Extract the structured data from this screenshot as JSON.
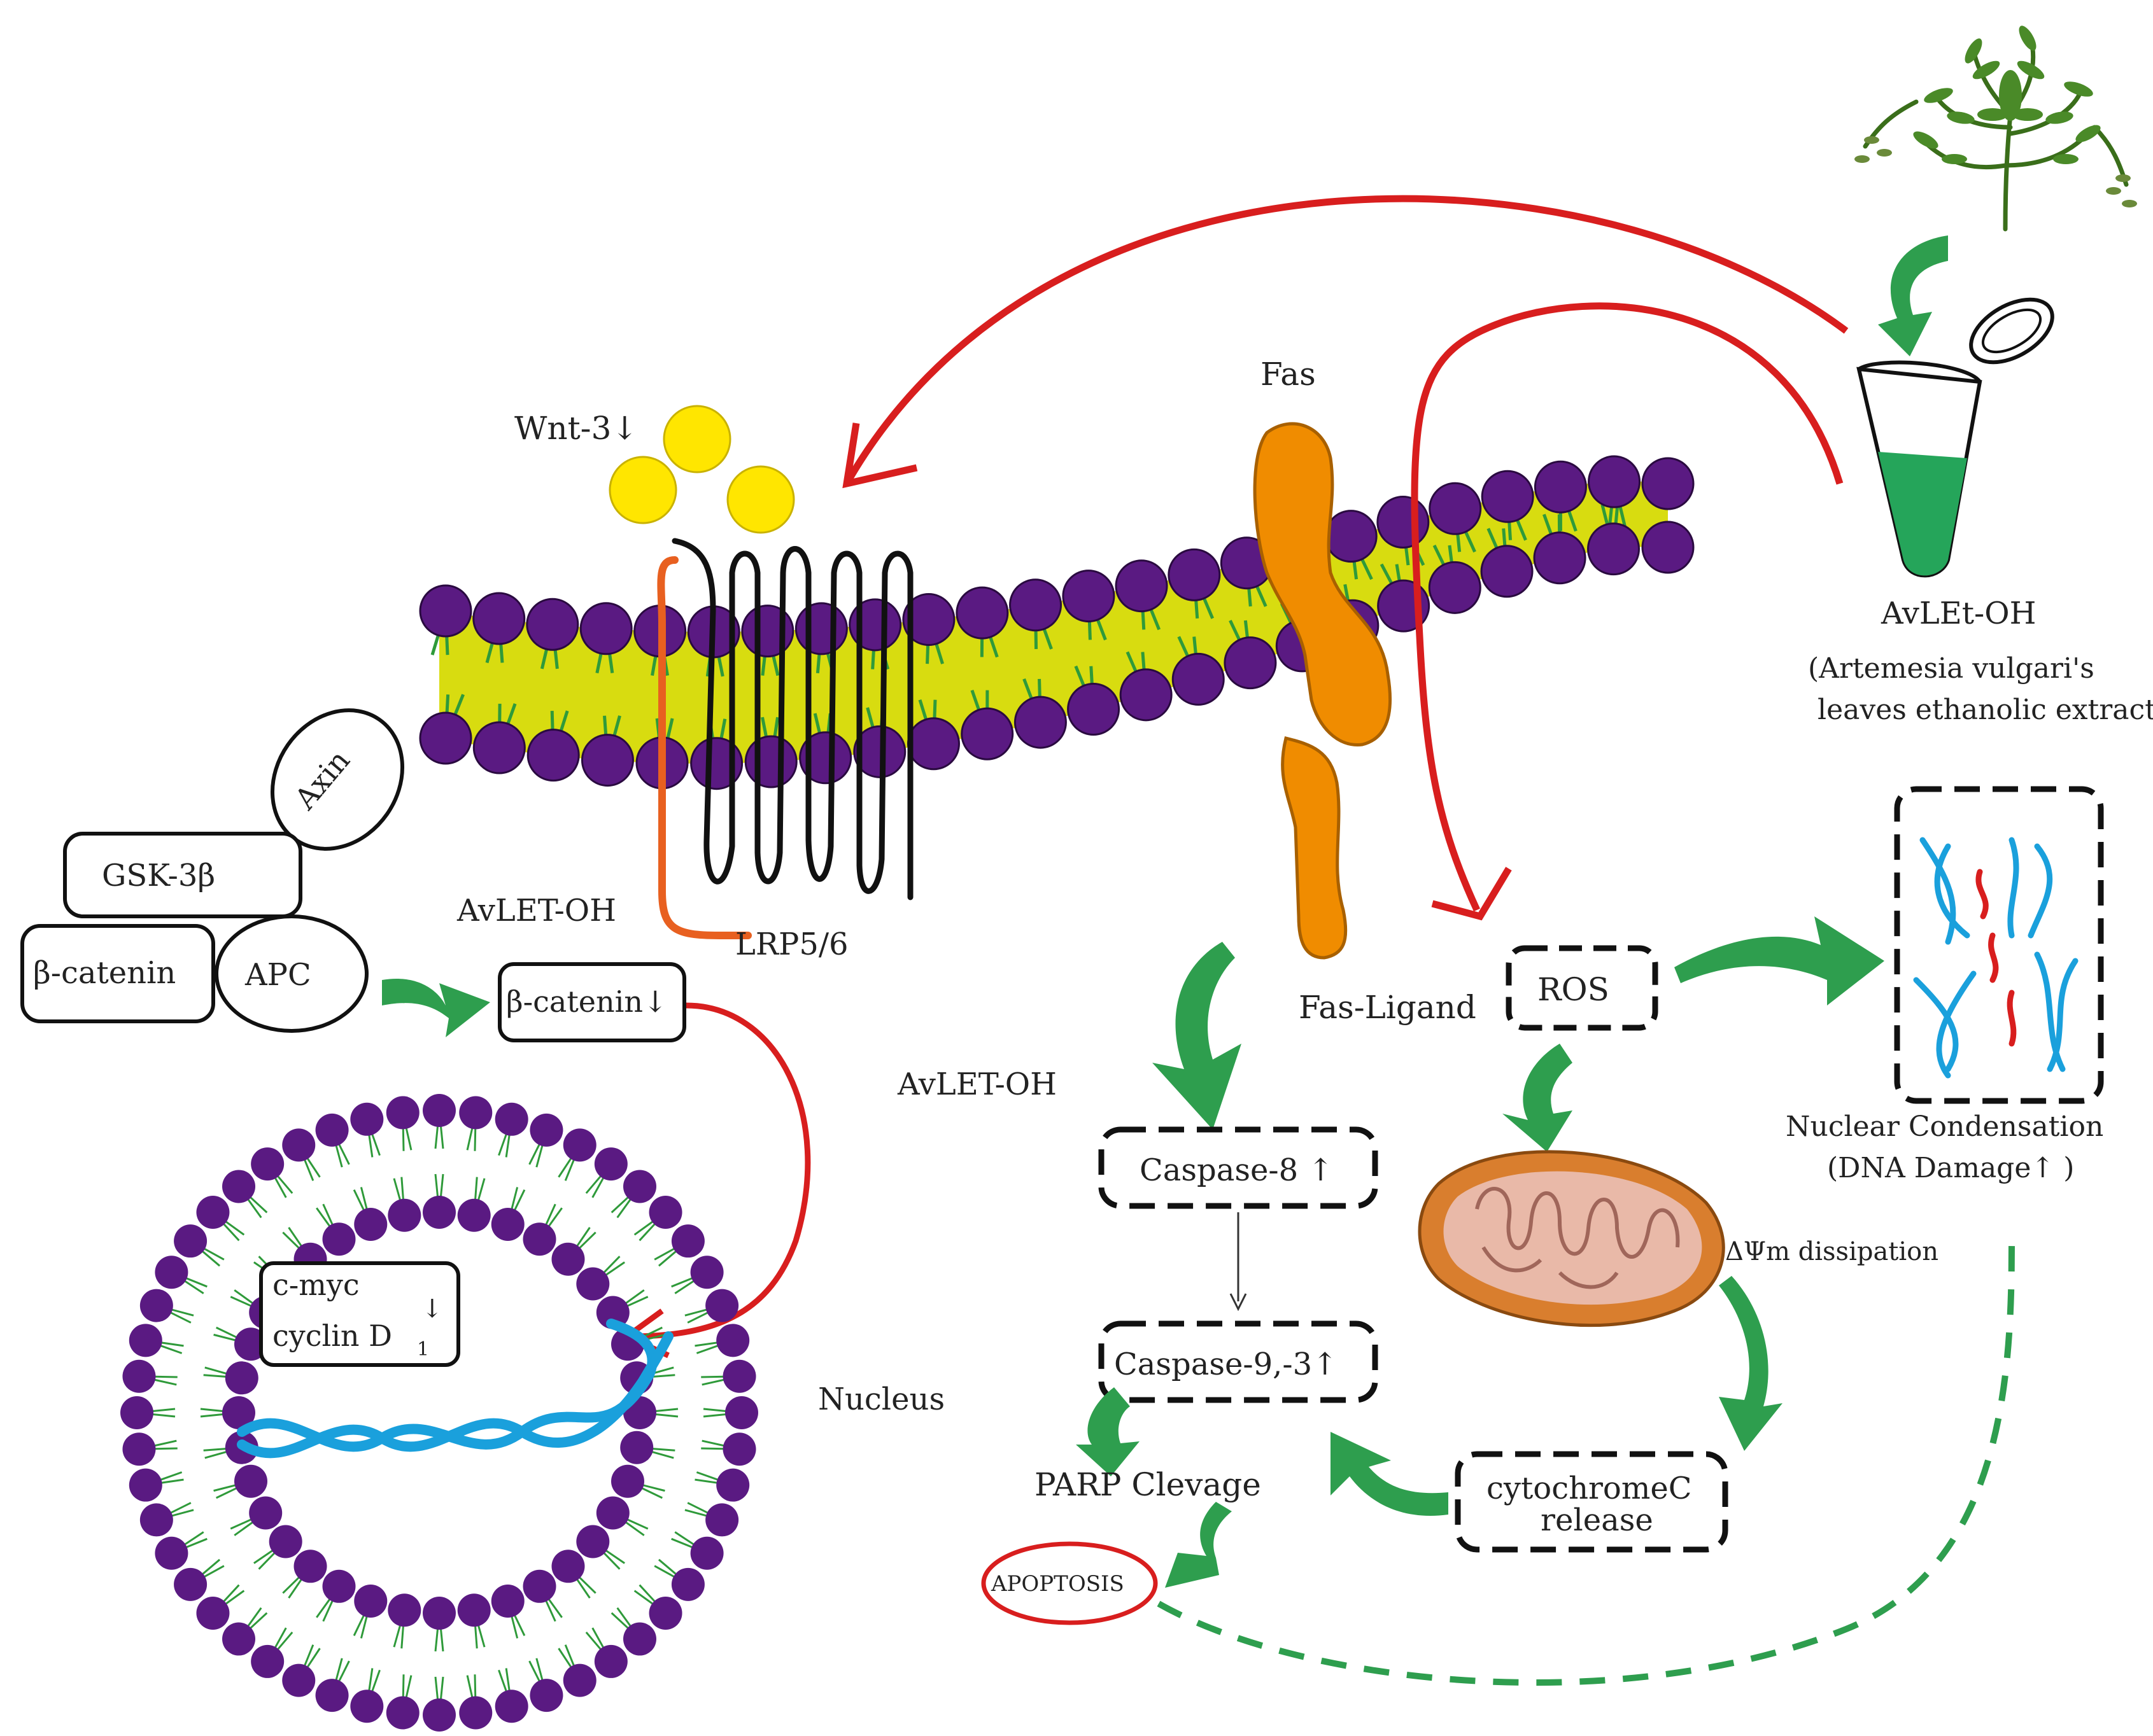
{
  "colors": {
    "membrane_yellow": "#d8dc10",
    "head_purple": "#5a1a82",
    "tail_green": "#2f9a3a",
    "fas_orange": "#f08c00",
    "inhibit_red": "#d81e1e",
    "flow_green": "#2e9e4e",
    "dna_blue": "#1aa0dc",
    "wnt_yellow": "#ffe600",
    "lrp_orange": "#e86020"
  },
  "labels": {
    "wnt": "Wnt-3↓",
    "fas": "Fas",
    "fas_ligand": "Fas-Ligand",
    "extract_short": "AvLEt-OH",
    "extract_full_1": "(Artemesia vulgari's",
    "extract_full_2": "leaves ethanolic extract)",
    "axin": "Axin",
    "gsk": "GSK-3β",
    "bcat": "β-catenin",
    "apc": "APC",
    "avlet_left": "AvLET-OH",
    "lrp": "LRP5/6",
    "bcat_down": "β-catenin↓",
    "cmyc": "c-myc",
    "cyclin": "cyclin D",
    "cyclin_sub": "1",
    "cyclin_arrow": "↓",
    "nucleus": "Nucleus",
    "avlet_mid": "AvLET-OH",
    "caspase8": "Caspase-8 ↑",
    "caspase93": "Caspase-9,-3↑",
    "parp": "PARP Clevage",
    "apoptosis": "APOPTOSIS",
    "ros": "ROS",
    "nuclear_cond": "Nuclear Condensation",
    "dna_damage": "(DNA Damage↑ )",
    "dpsi": "ΔΨm dissipation",
    "cytc_1": "cytochromeC",
    "cytc_2": "release"
  },
  "icons": {
    "plant": "artemisia-plant-icon",
    "tube": "test-tube-icon",
    "mitochondrion": "mitochondrion-icon",
    "dna": "dna-helix-icon"
  }
}
